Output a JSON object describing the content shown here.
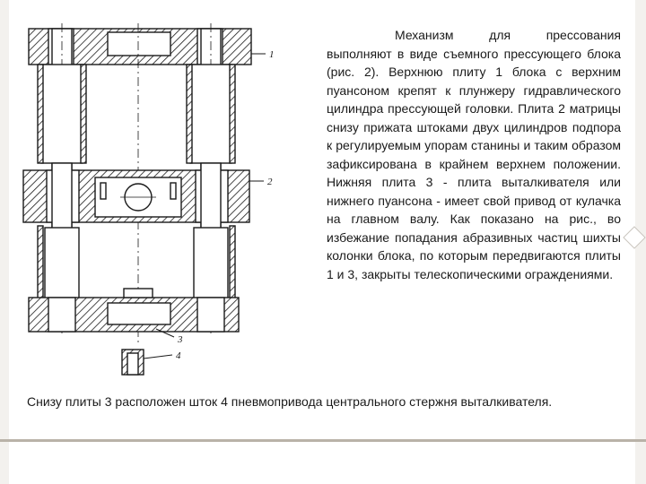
{
  "slide": {
    "paragraph_main": "Механизм для прессования выполняют в виде съемного прессующего блока (рис. 2). Верхнюю плиту 1 блока с верхним пуансоном крепят к плунжеру гидравлического цилиндра прессующей головки. Плита 2 матрицы снизу прижата штоками двух цилиндров подпора к регулируемым упорам станины и таким образом зафиксирована в крайнем верхнем положении. Нижняя плита 3 - плита выталкивателя или нижнего пуансона - имеет свой привод от кулачка на главном валу. Как показано на рис., во избежание попадания абразивных частиц шихты колонки блока, по которым передвигаются плиты 1 и 3, закрыты телескопическими ограждениями.",
    "paragraph_bottom": "Снизу плиты 3 расположен шток 4 пневмопривода центрального стержня выталкивателя."
  },
  "figure": {
    "label_1": "1",
    "label_2": "2",
    "label_3": "3",
    "label_4": "4"
  },
  "colors": {
    "line": "#1a1a1a",
    "frame": "#f3f1ee",
    "rule": "#b9b2a8"
  }
}
